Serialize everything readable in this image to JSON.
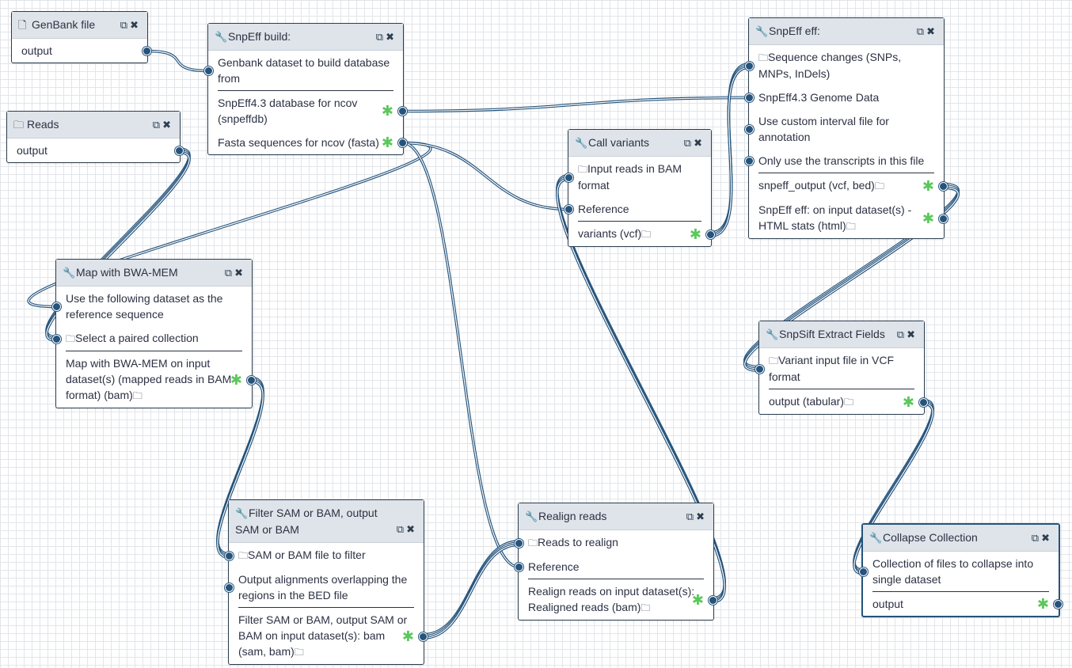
{
  "nodes": {
    "genbank": {
      "title": "GenBank file",
      "output": "output"
    },
    "snpeff_build": {
      "title": "SnpEff build:",
      "in_genbank": "Genbank dataset to build database from",
      "out_db": "SnpEff4.3 database for ncov (snpeffdb)",
      "out_fasta": "Fasta sequences for ncov (fasta)"
    },
    "reads": {
      "title": "Reads",
      "output": "output"
    },
    "bwa": {
      "title": "Map with BWA-MEM",
      "in_ref": "Use the following dataset as the reference sequence",
      "in_paired": "Select a paired collection",
      "out_bam": "Map with BWA-MEM on input dataset(s) (mapped reads in BAM format) (bam)"
    },
    "call_variants": {
      "title": "Call variants",
      "in_reads": "Input reads in BAM format",
      "in_ref": "Reference",
      "out_vcf": "variants (vcf)"
    },
    "snpeff_eff": {
      "title": "SnpEff eff:",
      "in_changes": "Sequence changes (SNPs, MNPs, InDels)",
      "in_genome": "SnpEff4.3 Genome Data",
      "in_interval": "Use custom interval file for annotation",
      "in_transcripts": "Only use the transcripts in this file",
      "out_snpeff": "snpeff_output (vcf, bed)",
      "out_stats": "SnpEff eff: on input dataset(s) - HTML stats (html)"
    },
    "snpsift": {
      "title": "SnpSift Extract Fields",
      "in_vcf": "Variant input file in VCF format",
      "out": "output (tabular)"
    },
    "filter": {
      "title": "Filter SAM or BAM, output SAM or BAM",
      "in_file": "SAM or BAM file to filter",
      "in_bed": "Output alignments overlapping the regions in the BED file",
      "out": "Filter SAM or BAM, output SAM or BAM on input dataset(s): bam (sam, bam)"
    },
    "realign": {
      "title": "Realign reads",
      "in_reads": "Reads to realign",
      "in_ref": "Reference",
      "out": "Realign reads on input dataset(s): Realigned reads (bam)"
    },
    "collapse": {
      "title": "Collapse Collection",
      "in_files": "Collection of files to collapse into single dataset",
      "out": "output"
    }
  },
  "colors": {
    "wire": "#25537b",
    "star": "#5bc85b",
    "header": "#dfe4ea"
  }
}
